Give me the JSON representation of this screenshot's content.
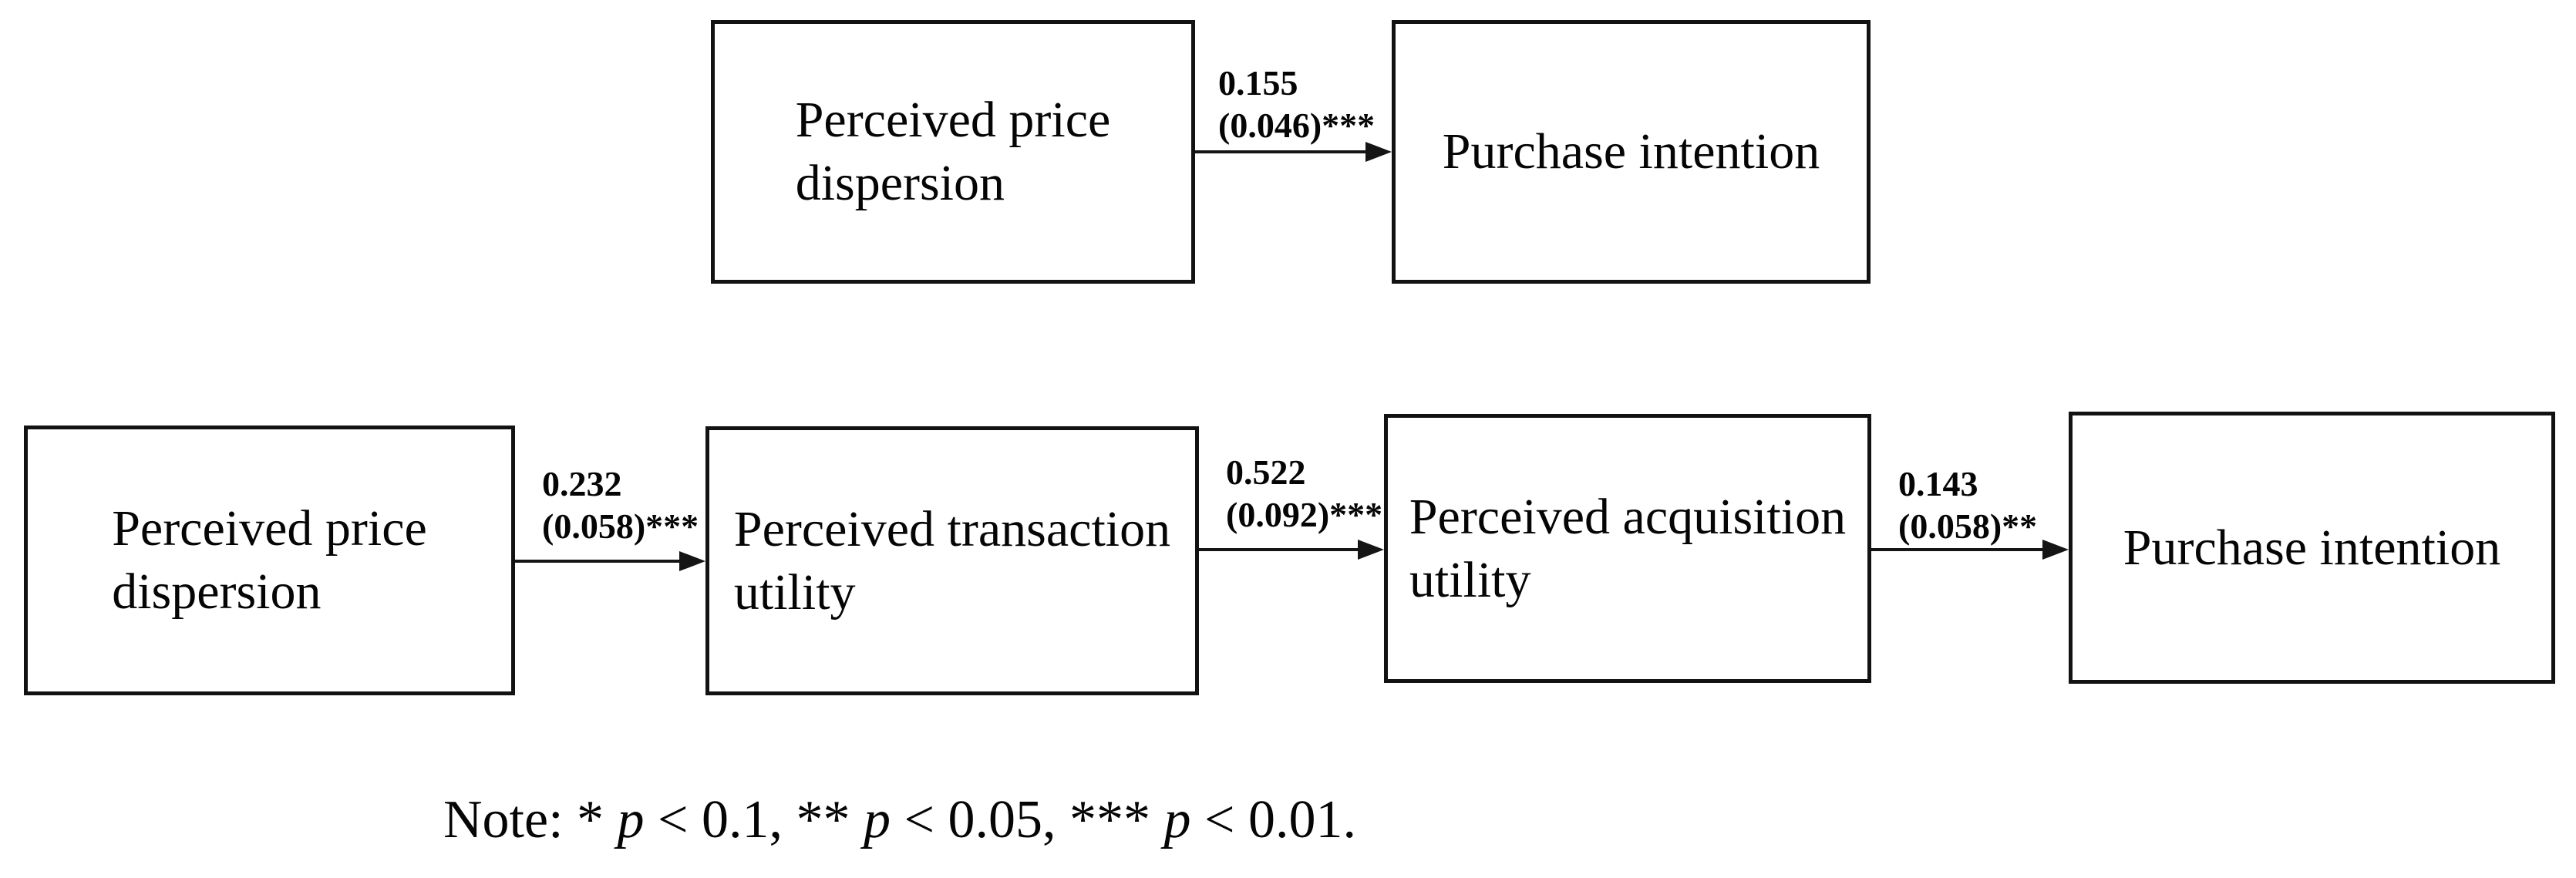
{
  "figure": {
    "background": "#ffffff",
    "line_color": "#151515",
    "text_color": "#050505"
  },
  "boxes": [
    {
      "id": "top-perceived-price-dispersion",
      "label": "Perceived price\ndispersion"
    },
    {
      "id": "top-purchase-intention",
      "label": "Purchase intention"
    },
    {
      "id": "bottom-perceived-price-dispersion",
      "label": "Perceived price\ndispersion"
    },
    {
      "id": "bottom-perceived-transaction-utility",
      "label": "Perceived transaction\nutility"
    },
    {
      "id": "bottom-perceived-acquisition-utility",
      "label": "Perceived acquisition\nutility"
    },
    {
      "id": "bottom-purchase-intention",
      "label": "Purchase intention"
    }
  ],
  "arrows": [
    {
      "from": "Perceived price dispersion",
      "to": "Purchase intention",
      "coefficient": "0.155",
      "se_sig": "(0.046)***"
    },
    {
      "from": "Perceived price dispersion",
      "to": "Perceived transaction utility",
      "coefficient": "0.232",
      "se_sig": "(0.058)***"
    },
    {
      "from": "Perceived transaction utility",
      "to": "Perceived acquisition utility",
      "coefficient": "0.522",
      "se_sig": "(0.092)***"
    },
    {
      "from": "Perceived acquisition utility",
      "to": "Purchase intention",
      "coefficient": "0.143",
      "se_sig": "(0.058)**"
    }
  ],
  "note": {
    "parts": [
      {
        "text": "Note: * "
      },
      {
        "text": "p",
        "italic": true
      },
      {
        "text": " < 0.1, ** "
      },
      {
        "text": "p",
        "italic": true
      },
      {
        "text": " < 0.05, *** "
      },
      {
        "text": "p",
        "italic": true
      },
      {
        "text": " < 0.01."
      }
    ]
  }
}
